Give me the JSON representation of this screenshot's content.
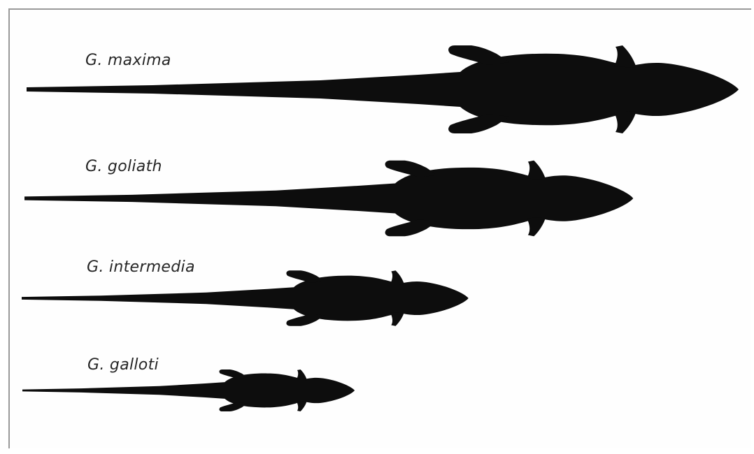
{
  "species": [
    {
      "name": "G. maxima",
      "length_rank": 1
    },
    {
      "name": "G. goliath",
      "length_rank": 2
    },
    {
      "name": "G. intermedia",
      "length_rank": 3
    },
    {
      "name": "G. galloti",
      "length_rank": 4
    }
  ],
  "colors": {
    "silhouette": "#0d0d0d",
    "label": "#262626",
    "frame": "#9a9a9a"
  },
  "icons": [
    "lizard-silhouette"
  ]
}
